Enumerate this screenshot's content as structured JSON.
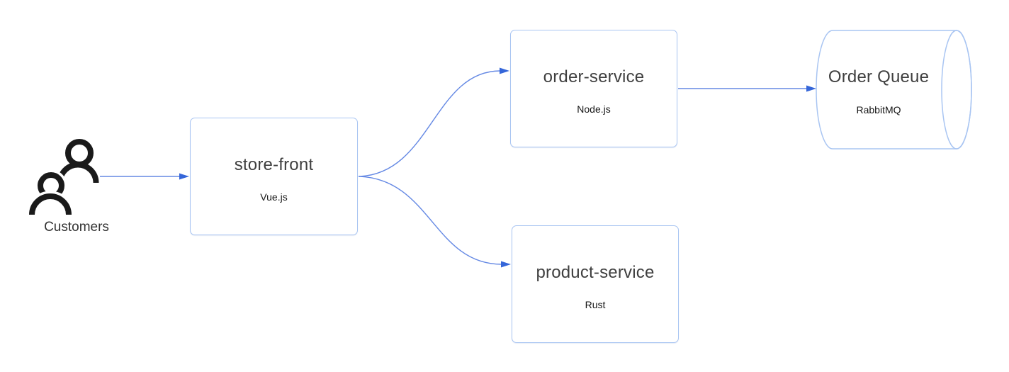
{
  "diagram": {
    "customers": {
      "label": "Customers"
    },
    "nodes": [
      {
        "id": "store-front",
        "title": "store-front",
        "subtitle": "Vue.js",
        "shape": "rectangle"
      },
      {
        "id": "order-service",
        "title": "order-service",
        "subtitle": "Node.js",
        "shape": "rectangle"
      },
      {
        "id": "product-service",
        "title": "product-service",
        "subtitle": "Rust",
        "shape": "rectangle"
      },
      {
        "id": "order-queue",
        "title": "Order Queue",
        "subtitle": "RabbitMQ",
        "shape": "cylinder"
      }
    ],
    "edges": [
      {
        "from": "customers",
        "to": "store-front"
      },
      {
        "from": "store-front",
        "to": "order-service"
      },
      {
        "from": "store-front",
        "to": "product-service"
      },
      {
        "from": "order-service",
        "to": "order-queue"
      }
    ],
    "colors": {
      "node_border": "#a9c5f2",
      "edge_stroke": "#6589e4",
      "arrowhead": "#3566d9",
      "icon": "#1a1a1a",
      "title_text": "#3f3f3f",
      "subtitle_text": "#161616",
      "background": "#ffffff"
    }
  }
}
